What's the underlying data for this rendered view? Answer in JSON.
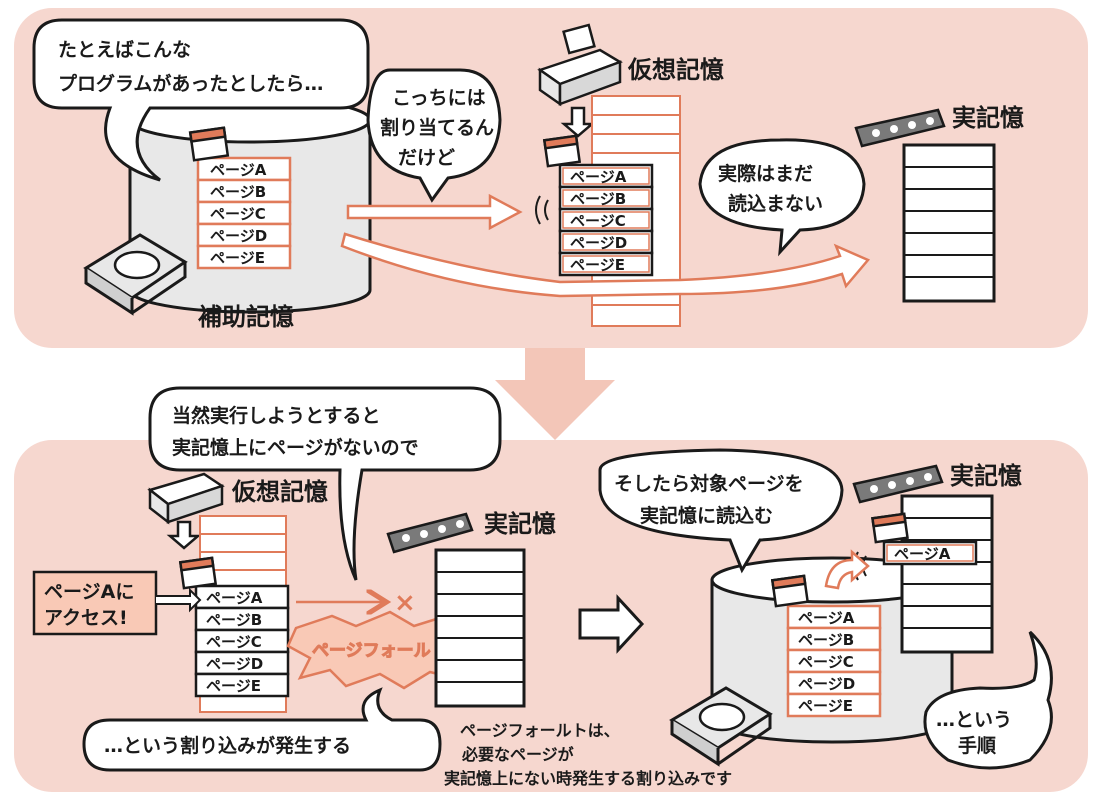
{
  "top": {
    "bubble_program": [
      "たとえばこんな",
      "プログラムがあったとしたら…"
    ],
    "bubble_assign": [
      "こっちには",
      "割り当てるん",
      "だけど"
    ],
    "bubble_not_loaded": [
      "実際はまだ",
      "読込まない"
    ],
    "label_virtual": "仮想記憶",
    "label_real": "実記憶",
    "label_aux": "補助記憶",
    "pages": [
      "ページA",
      "ページB",
      "ページC",
      "ページD",
      "ページE"
    ]
  },
  "bottom": {
    "bubble_execute": [
      "当然実行しようとすると",
      "実記憶上にページがないので"
    ],
    "label_virtual": "仮想記憶",
    "label_real": "実記憶",
    "label_real2": "実記憶",
    "access_note": [
      "ページAに",
      "アクセス!"
    ],
    "page_fault": "ページフォールト",
    "x_mark": "×",
    "bubble_interrupt": "…という割り込みが発生する",
    "bubble_load": [
      "そしたら対象ページを",
      "実記憶に読込む"
    ],
    "bubble_procedure": [
      "…という",
      "手順"
    ],
    "loaded_page": "ページA",
    "caption": [
      "ページフォールトは、",
      "必要なページが",
      "実記憶上にない時発生する割り込みです"
    ],
    "pages": [
      "ページA",
      "ページB",
      "ページC",
      "ページD",
      "ページE"
    ],
    "pages_right": [
      "ページA",
      "ページB",
      "ページC",
      "ページD",
      "ページE"
    ]
  },
  "colors": {
    "panel": "#f6d7cf",
    "accent": "#e07b5a",
    "page_fill": "#ffffff",
    "fault_fill": "#f9c9b6",
    "cylinder": "#e8e8e8"
  },
  "icons": [
    "hard-disk-icon",
    "memory-chip-icon",
    "cpu-icon",
    "document-icon"
  ]
}
